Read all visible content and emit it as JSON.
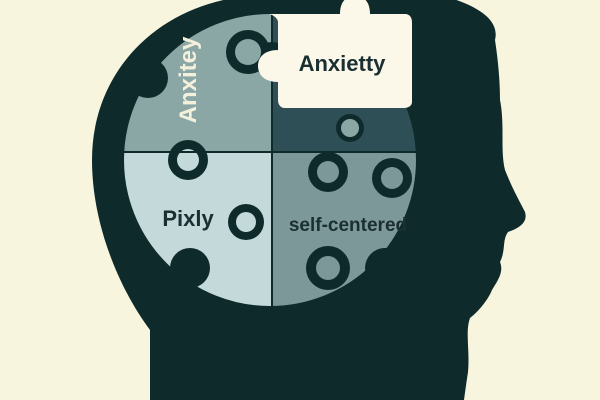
{
  "illustration": {
    "puzzle_labels": {
      "top_left": "Anxitey",
      "top_right": "Anxietty",
      "bottom_left": "Pixly",
      "bottom_right": "self-centered"
    },
    "colors": {
      "background": "#f8f5df",
      "head_silhouette": "#0f2a2b",
      "piece_top_left": "#8aa7a6",
      "piece_top_right": "#2d4f55",
      "piece_bottom_left": "#c4d9d9",
      "piece_bottom_right": "#7d9899",
      "floating_piece": "#fbf8ea",
      "text_dark": "#1a2f32",
      "text_light": "#f3f0dc"
    },
    "icons": [
      "head-silhouette",
      "jigsaw-puzzle-brain"
    ]
  }
}
